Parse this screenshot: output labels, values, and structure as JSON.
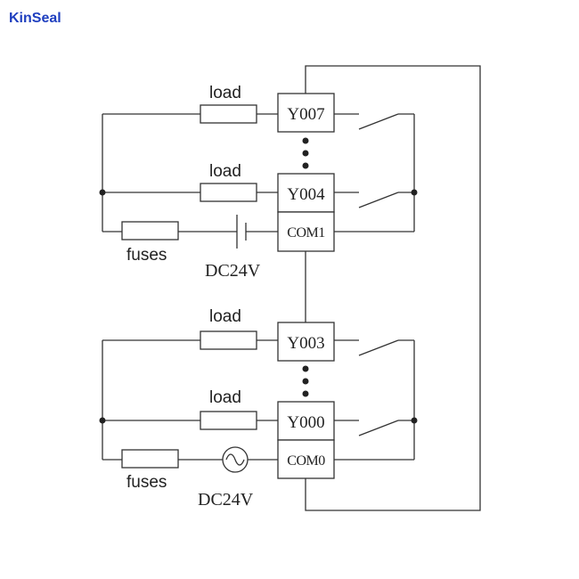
{
  "brand": {
    "logo_text": "KinSeal",
    "logo_color": "#1f3fbf"
  },
  "colors": {
    "wire": "#333333",
    "text": "#222222"
  },
  "groups": [
    {
      "loads": [
        "load",
        "load"
      ],
      "outputs": [
        "Y007",
        "Y004"
      ],
      "common": "COM1",
      "fuse_label": "fuses",
      "supply_label": "DC24V",
      "supply_symbol": "battery-icon"
    },
    {
      "loads": [
        "load",
        "load"
      ],
      "outputs": [
        "Y003",
        "Y000"
      ],
      "common": "COM0",
      "fuse_label": "fuses",
      "supply_label": "DC24V",
      "supply_symbol": "ac-source-icon"
    }
  ]
}
